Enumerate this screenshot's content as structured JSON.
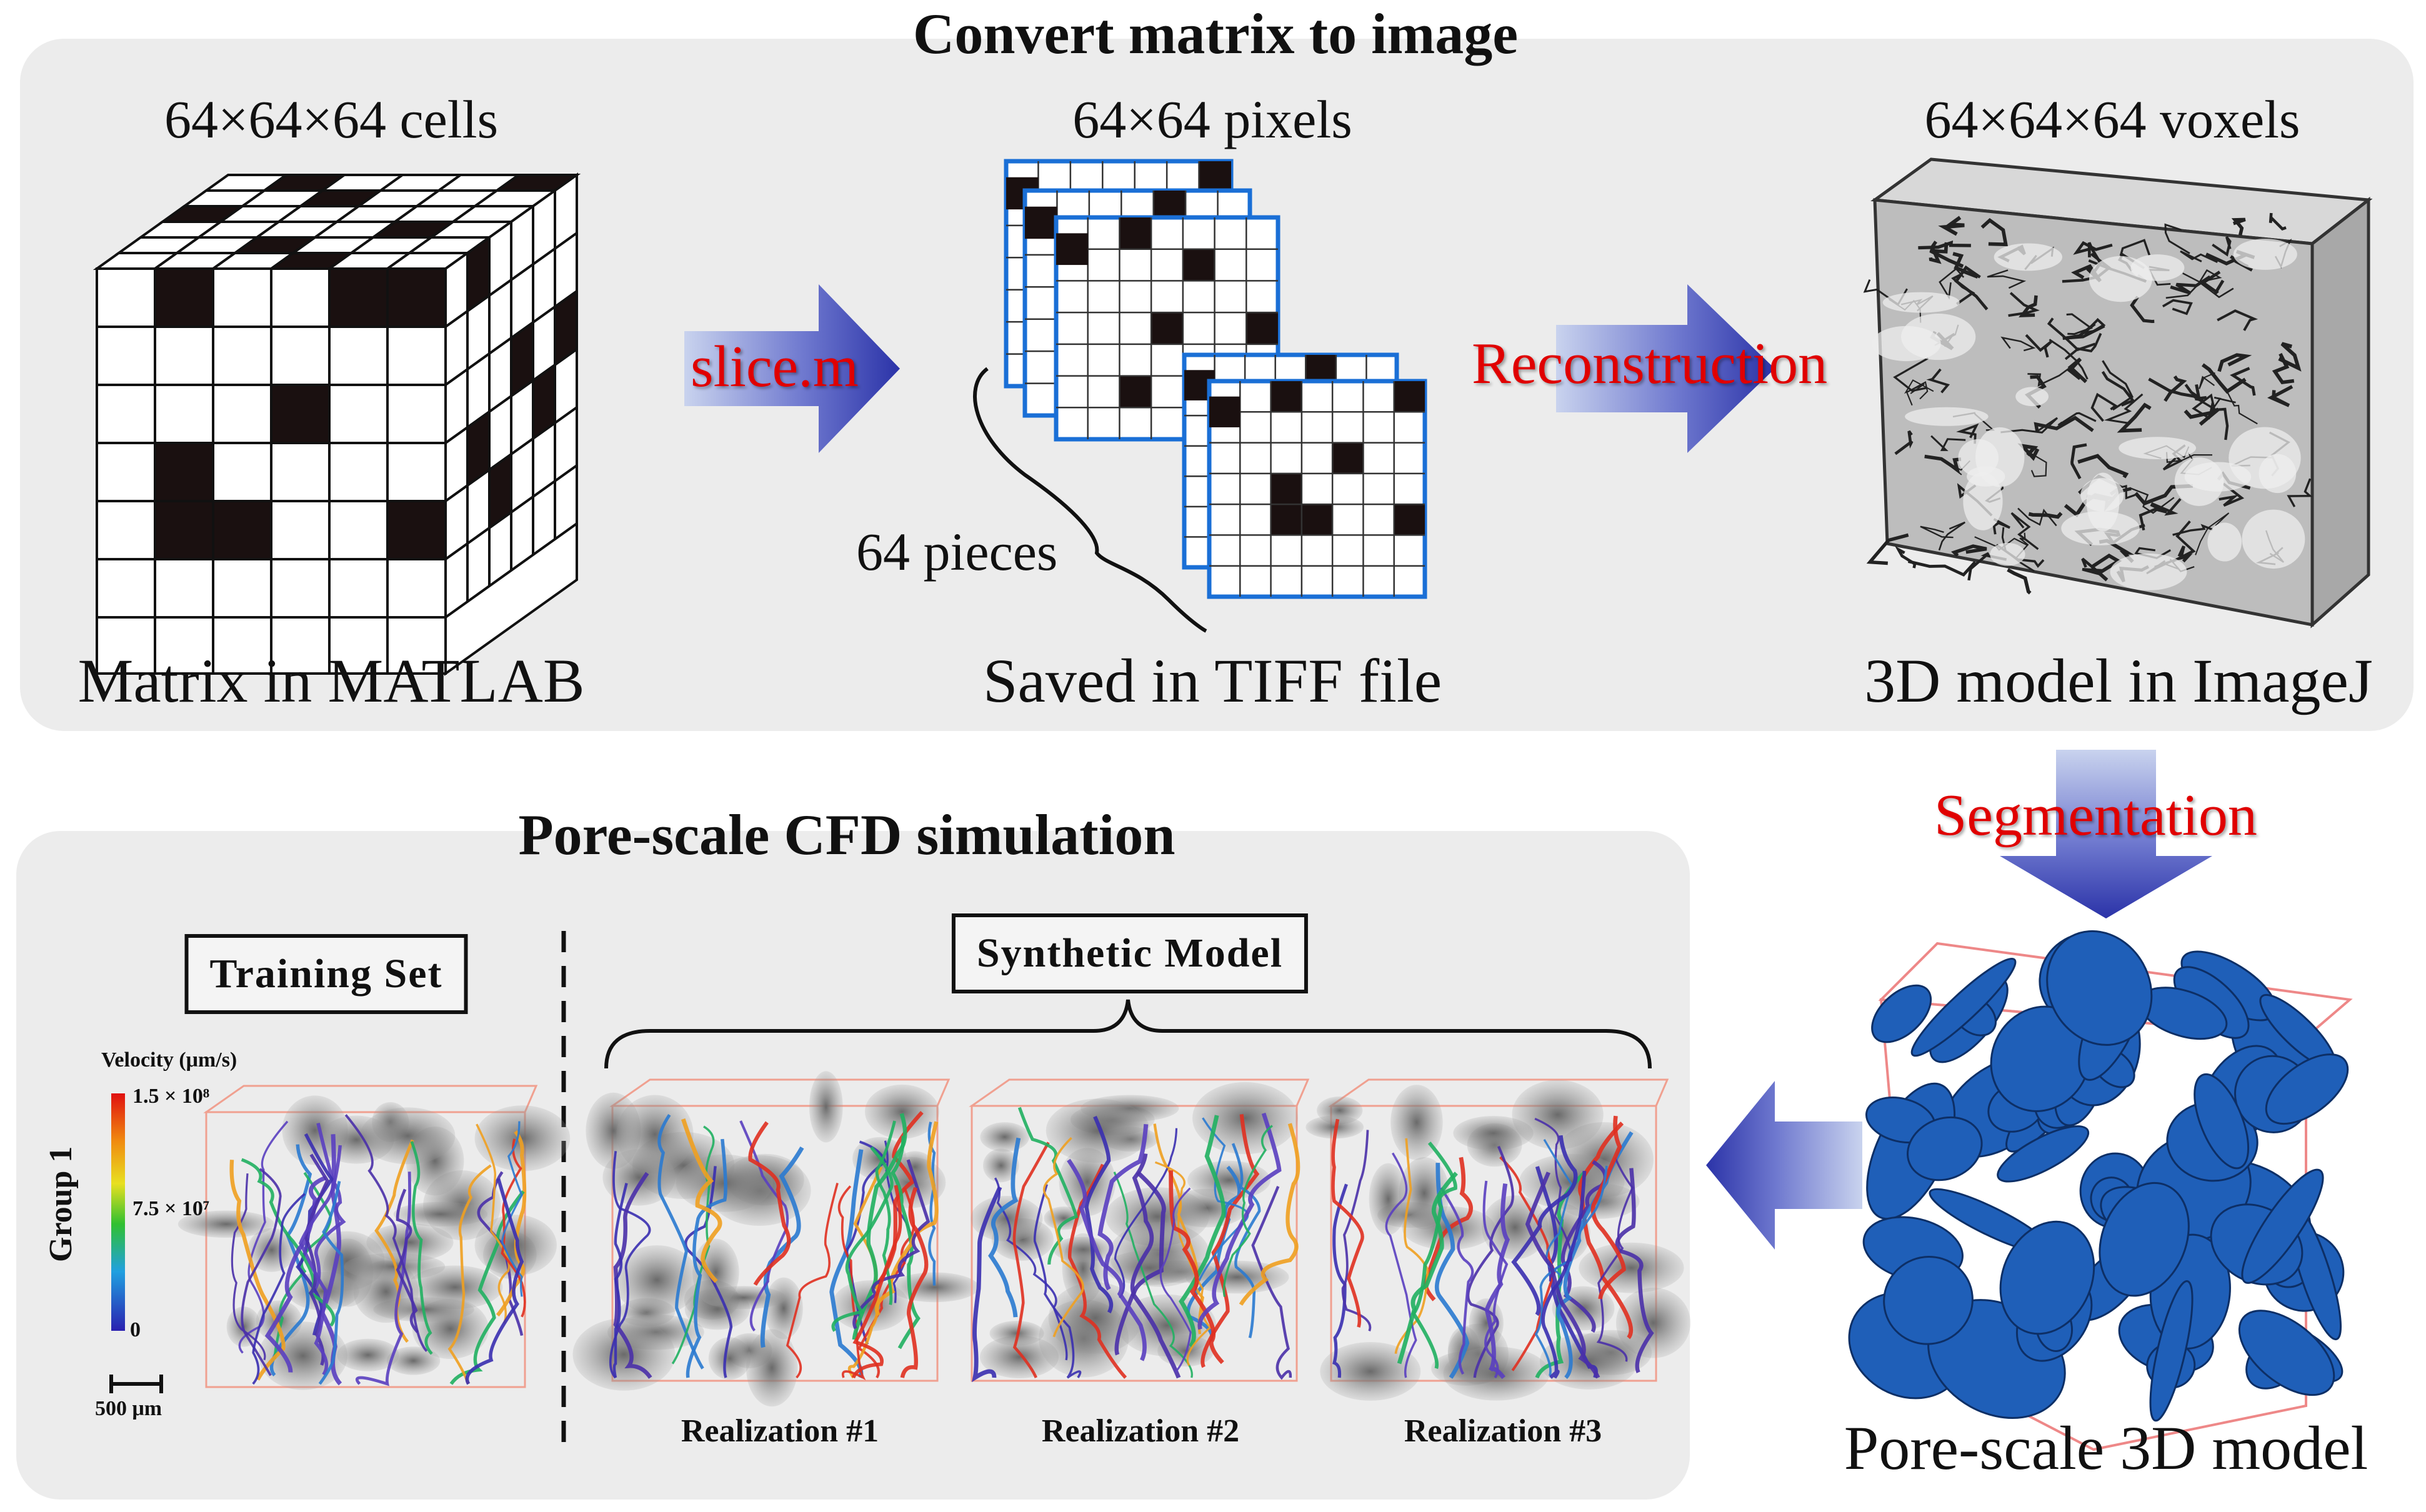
{
  "top_section": {
    "title": "Convert matrix to image",
    "matrix": {
      "dims": "64×64×64 cells",
      "caption": "Matrix in MATLAB"
    },
    "arrow1_label": "slice.m",
    "slices": {
      "dims": "64×64 pixels",
      "count_label": "64 pieces",
      "caption": "Saved in TIFF file"
    },
    "arrow2_label": "Reconstruction",
    "model3d": {
      "dims": "64×64×64 voxels",
      "caption": "3D model in ImageJ"
    }
  },
  "segmentation_label": "Segmentation",
  "pore_model_caption": "Pore-scale 3D model",
  "bottom_section": {
    "title": "Pore-scale CFD simulation",
    "training_label": "Training Set",
    "synthetic_label": "Synthetic Model",
    "group_label": "Group 1",
    "colorbar": {
      "title": "Velocity (μm/s)",
      "max_label": "1.5 × 10⁸",
      "mid_label": "7.5 × 10⁷",
      "min_label": "0",
      "scale_label": "500 μm"
    },
    "realizations": [
      "Realization #1",
      "Realization #2",
      "Realization #3"
    ]
  },
  "colors": {
    "panel_bg": "#ececec",
    "arrow_blue": "#3b44b8",
    "pore_blue": "#1f5fb8",
    "label_red": "#e00000",
    "pixel_border": "#1a6fd6"
  }
}
